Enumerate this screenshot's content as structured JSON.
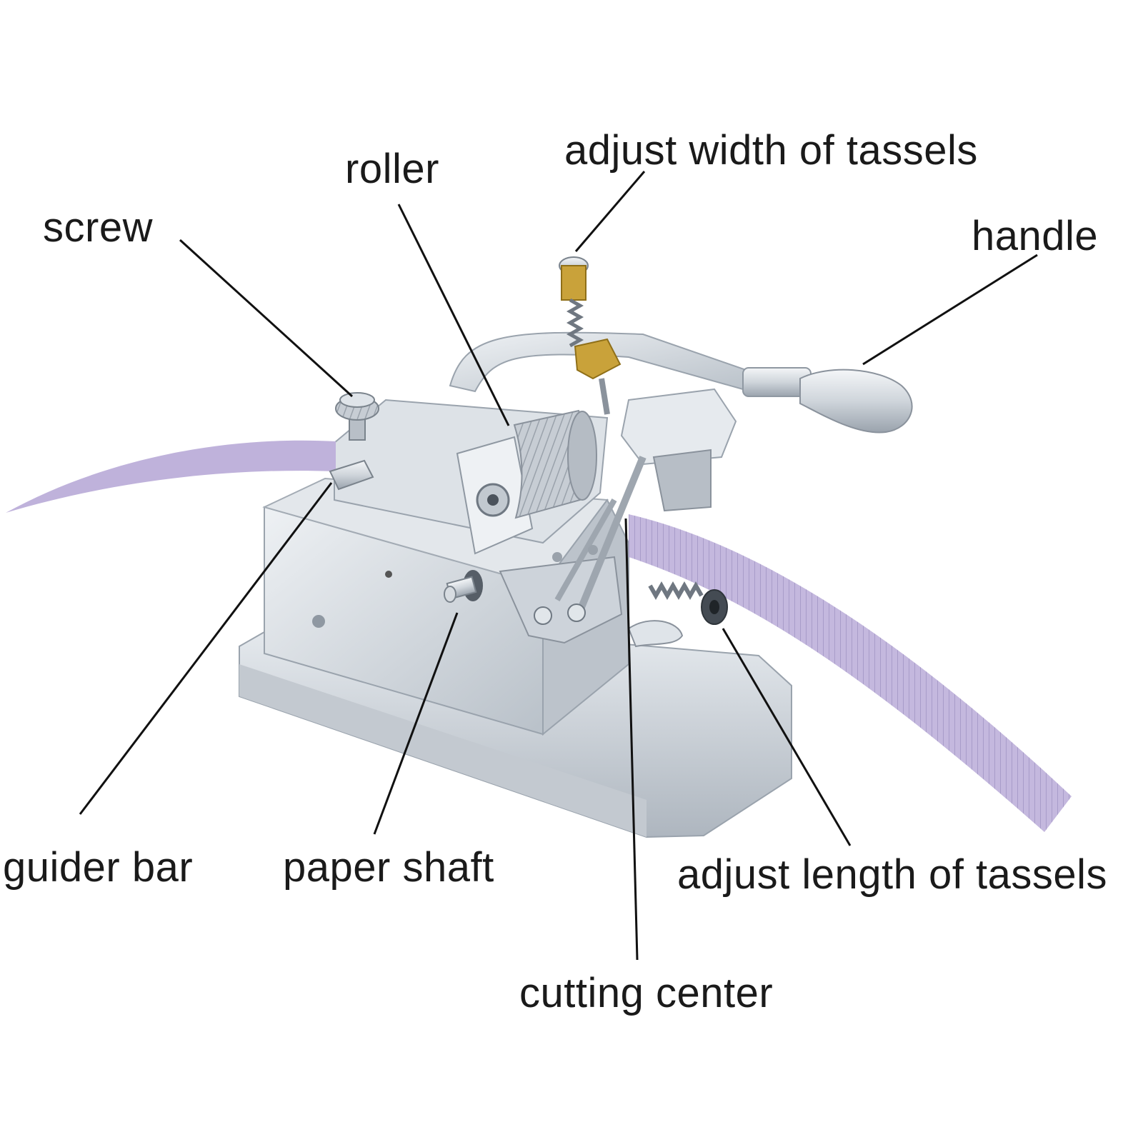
{
  "labels": {
    "roller": "roller",
    "adjust_width": "adjust width of tassels",
    "screw": "screw",
    "handle": "handle",
    "guider_bar": "guider bar",
    "paper_shaft": "paper shaft",
    "adjust_length": "adjust length of tassels",
    "cutting_center": "cutting center"
  },
  "colors": {
    "paper_strip": "#bfb2db",
    "aluminum": "#d8dde3",
    "aluminum_dark": "#a9b1ba",
    "brass": "#c9a23a",
    "leader_line": "#111111"
  }
}
